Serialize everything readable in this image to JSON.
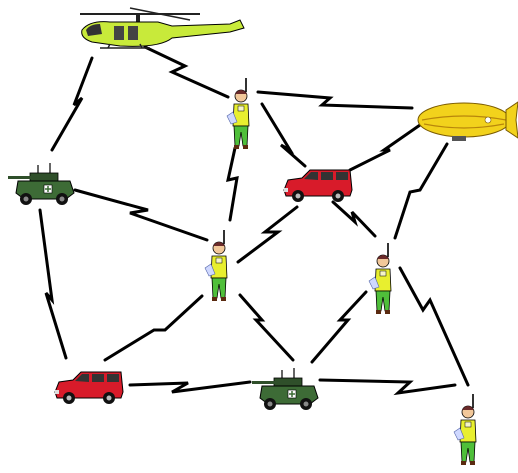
{
  "diagram": {
    "nodes": [
      {
        "id": "helicopter",
        "kind": "helicopter",
        "label": ""
      },
      {
        "id": "blimp",
        "kind": "blimp",
        "label": ""
      },
      {
        "id": "soldier-top",
        "kind": "soldier",
        "label": ""
      },
      {
        "id": "tank-left",
        "kind": "armored-vehicle",
        "label": ""
      },
      {
        "id": "van-top",
        "kind": "van",
        "label": ""
      },
      {
        "id": "soldier-mid-left",
        "kind": "soldier",
        "label": ""
      },
      {
        "id": "soldier-mid-right",
        "kind": "soldier",
        "label": ""
      },
      {
        "id": "van-bottom",
        "kind": "van",
        "label": ""
      },
      {
        "id": "tank-bottom",
        "kind": "armored-vehicle",
        "label": ""
      },
      {
        "id": "soldier-bottom-right",
        "kind": "soldier",
        "label": ""
      }
    ],
    "links": [
      [
        "helicopter",
        "soldier-top"
      ],
      [
        "helicopter",
        "tank-left"
      ],
      [
        "soldier-top",
        "blimp"
      ],
      [
        "soldier-top",
        "van-top"
      ],
      [
        "soldier-top",
        "soldier-mid-left"
      ],
      [
        "tank-left",
        "soldier-mid-left"
      ],
      [
        "tank-left",
        "van-bottom"
      ],
      [
        "blimp",
        "van-top"
      ],
      [
        "blimp",
        "soldier-mid-right"
      ],
      [
        "van-top",
        "soldier-mid-left"
      ],
      [
        "van-top",
        "soldier-mid-right"
      ],
      [
        "soldier-mid-left",
        "van-bottom"
      ],
      [
        "soldier-mid-left",
        "tank-bottom"
      ],
      [
        "soldier-mid-right",
        "tank-bottom"
      ],
      [
        "soldier-mid-right",
        "soldier-bottom-right"
      ],
      [
        "van-bottom",
        "tank-bottom"
      ],
      [
        "tank-bottom",
        "soldier-bottom-right"
      ]
    ]
  }
}
